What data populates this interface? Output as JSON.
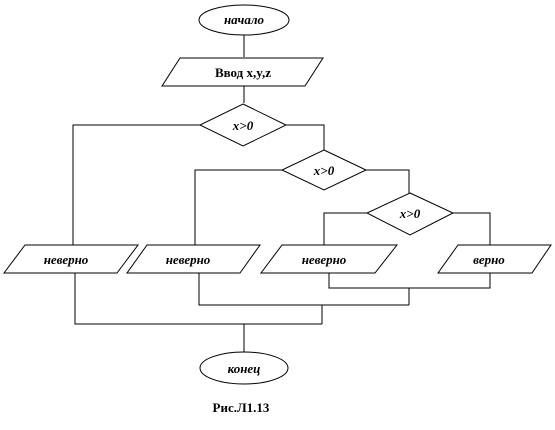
{
  "diagram": {
    "start": "начало",
    "input": "Ввод  x,y,z",
    "decision_1": "x>0",
    "decision_2": "x>0",
    "decision_3": "x>0",
    "output_1": "неверно",
    "output_2": "неверно",
    "output_3": "неверно",
    "output_4": "верно",
    "end": "конец",
    "caption": "Рис.Л1.13"
  }
}
